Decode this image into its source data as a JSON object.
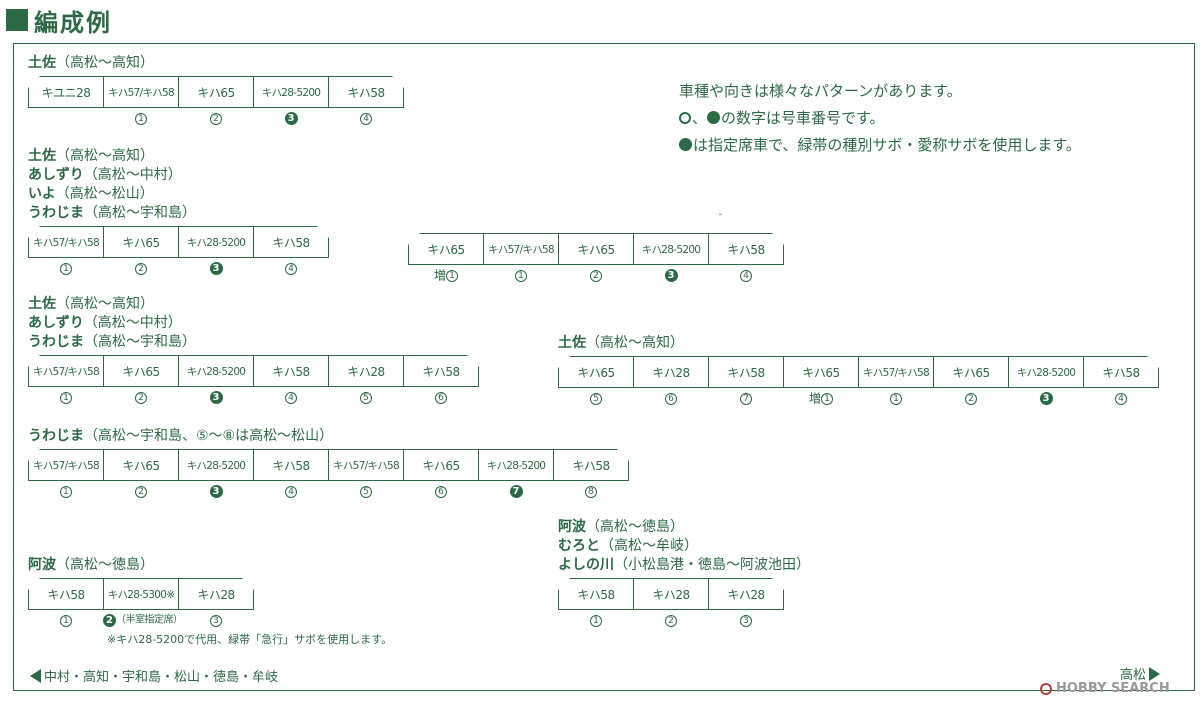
{
  "header": {
    "title": "編成例"
  },
  "legend": {
    "line1": "車種や向きは様々なパターンがあります。",
    "line2": "の数字は号車番号です。",
    "line2_prefix": "、",
    "line3": "は指定席車で、緑帯の種別サボ・愛称サボを使用します。"
  },
  "formations": [
    {
      "services": [
        {
          "name": "土佐",
          "route": "（高松〜高知）"
        }
      ],
      "cars": [
        {
          "label": "キユニ28",
          "num": ""
        },
        {
          "label": "キハ57/キハ58",
          "num": "1"
        },
        {
          "label": "キハ65",
          "num": "2"
        },
        {
          "label": "キハ28-5200",
          "num": "3",
          "reserved": true
        },
        {
          "label": "キハ58",
          "num": "4"
        }
      ]
    },
    {
      "services": [
        {
          "name": "土佐",
          "route": "（高松〜高知）"
        },
        {
          "name": "あしずり",
          "route": "（高松〜中村）"
        },
        {
          "name": "いよ",
          "route": "（高松〜松山）"
        },
        {
          "name": "うわじま",
          "route": "（高松〜宇和島）"
        }
      ],
      "cars": [
        {
          "label": "キハ57/キハ58",
          "num": "1"
        },
        {
          "label": "キハ65",
          "num": "2"
        },
        {
          "label": "キハ28-5200",
          "num": "3",
          "reserved": true
        },
        {
          "label": "キハ58",
          "num": "4"
        }
      ]
    },
    {
      "services": [],
      "cars": [
        {
          "label": "キハ65",
          "num": "1",
          "prefix": "増"
        },
        {
          "label": "キハ57/キハ58",
          "num": "1"
        },
        {
          "label": "キハ65",
          "num": "2"
        },
        {
          "label": "キハ28-5200",
          "num": "3",
          "reserved": true
        },
        {
          "label": "キハ58",
          "num": "4"
        }
      ]
    },
    {
      "services": [
        {
          "name": "土佐",
          "route": "（高松〜高知）"
        },
        {
          "name": "あしずり",
          "route": "（高松〜中村）"
        },
        {
          "name": "うわじま",
          "route": "（高松〜宇和島）"
        }
      ],
      "cars": [
        {
          "label": "キハ57/キハ58",
          "num": "1"
        },
        {
          "label": "キハ65",
          "num": "2"
        },
        {
          "label": "キハ28-5200",
          "num": "3",
          "reserved": true
        },
        {
          "label": "キハ58",
          "num": "4"
        },
        {
          "label": "キハ28",
          "num": "5"
        },
        {
          "label": "キハ58",
          "num": "6"
        }
      ]
    },
    {
      "services": [
        {
          "name": "土佐",
          "route": "（高松〜高知）"
        }
      ],
      "cars": [
        {
          "label": "キハ65",
          "num": "5"
        },
        {
          "label": "キハ28",
          "num": "6"
        },
        {
          "label": "キハ58",
          "num": "7"
        },
        {
          "label": "キハ65",
          "num": "1",
          "prefix": "増"
        },
        {
          "label": "キハ57/キハ58",
          "num": "1"
        },
        {
          "label": "キハ65",
          "num": "2"
        },
        {
          "label": "キハ28-5200",
          "num": "3",
          "reserved": true
        },
        {
          "label": "キハ58",
          "num": "4"
        }
      ]
    },
    {
      "services": [
        {
          "name": "うわじま",
          "route": "（高松〜宇和島、⑤〜⑧は高松〜松山）"
        }
      ],
      "cars": [
        {
          "label": "キハ57/キハ58",
          "num": "1"
        },
        {
          "label": "キハ65",
          "num": "2"
        },
        {
          "label": "キハ28-5200",
          "num": "3",
          "reserved": true
        },
        {
          "label": "キハ58",
          "num": "4"
        },
        {
          "label": "キハ57/キハ58",
          "num": "5"
        },
        {
          "label": "キハ65",
          "num": "6"
        },
        {
          "label": "キハ28-5200",
          "num": "7",
          "reserved": true
        },
        {
          "label": "キハ58",
          "num": "8"
        }
      ]
    },
    {
      "services": [
        {
          "name": "阿波",
          "route": "（高松〜徳島）"
        }
      ],
      "cars": [
        {
          "label": "キハ58",
          "num": "1"
        },
        {
          "label": "キハ28-5300※",
          "num": "2",
          "reserved": true,
          "suffix": "（半室指定席）"
        },
        {
          "label": "キハ28",
          "num": "3"
        }
      ]
    },
    {
      "services": [
        {
          "name": "阿波",
          "route": "（高松〜徳島）"
        },
        {
          "name": "むろと",
          "route": "（高松〜牟岐）"
        },
        {
          "name": "よしの川",
          "route": "（小松島港・徳島〜阿波池田）"
        }
      ],
      "cars": [
        {
          "label": "キハ58",
          "num": "1"
        },
        {
          "label": "キハ28",
          "num": "2"
        },
        {
          "label": "キハ28",
          "num": "3"
        }
      ]
    }
  ],
  "note": "※キハ28-5200で代用、緑帯「急行」サボを使用します。",
  "nav": {
    "left": "中村・高知・宇和島・松山・徳島・牟岐",
    "right": "高松"
  },
  "watermark": "HOBBY SEARCH",
  "speck": "ﾞ",
  "colors": {
    "ink": "#2c6a45",
    "paper": "#ffffff"
  }
}
